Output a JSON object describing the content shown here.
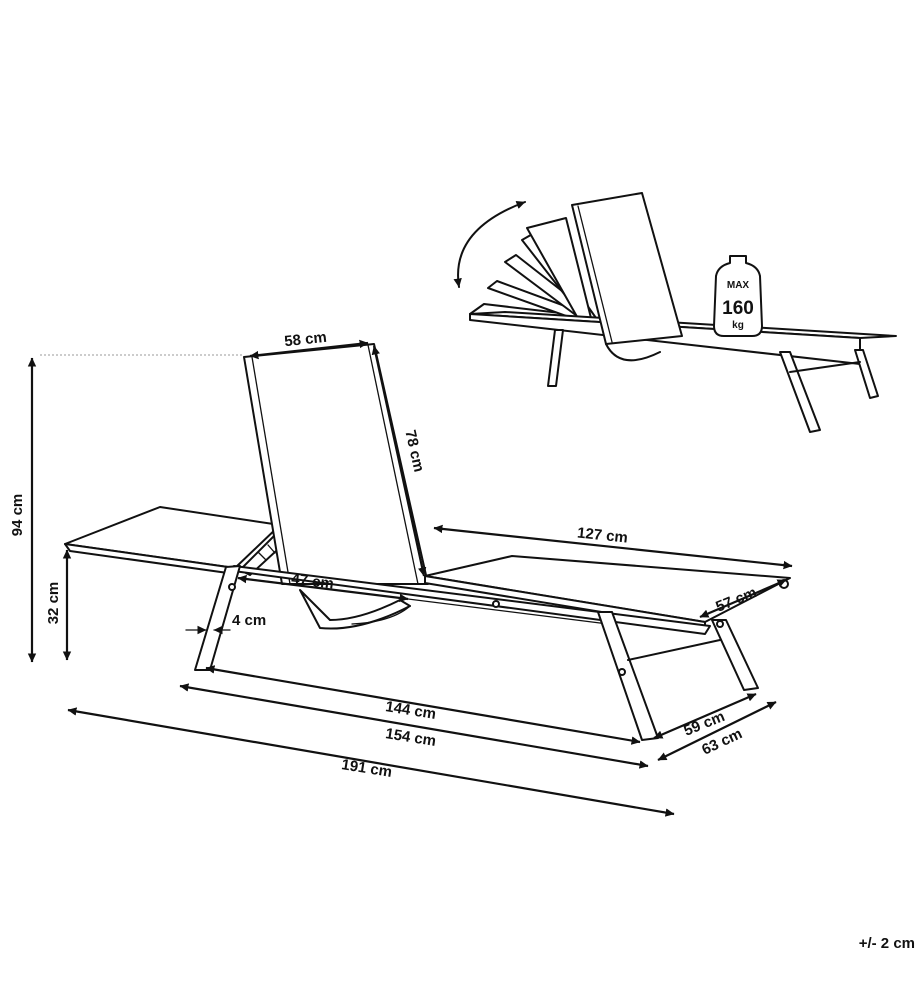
{
  "dimensions": {
    "backrest_width": "58 cm",
    "backrest_length": "78 cm",
    "total_height": "94 cm",
    "seat_height": "32 cm",
    "seat_section_length": "127 cm",
    "mid_section_width": "47 cm",
    "frame_width": "4 cm",
    "seat_width": "57 cm",
    "leg_span_inner": "144 cm",
    "leg_span_outer": "154 cm",
    "total_length": "191 cm",
    "leg_width_inner": "59 cm",
    "total_width": "63 cm"
  },
  "weight_badge": {
    "label": "MAX",
    "value": "160",
    "unit": "kg"
  },
  "tolerance": "+/- 2 cm",
  "colors": {
    "line": "#111111",
    "background": "#ffffff"
  },
  "icons": [
    "weight-icon",
    "rotate-arrow-icon",
    "dimension-arrow-icon"
  ]
}
